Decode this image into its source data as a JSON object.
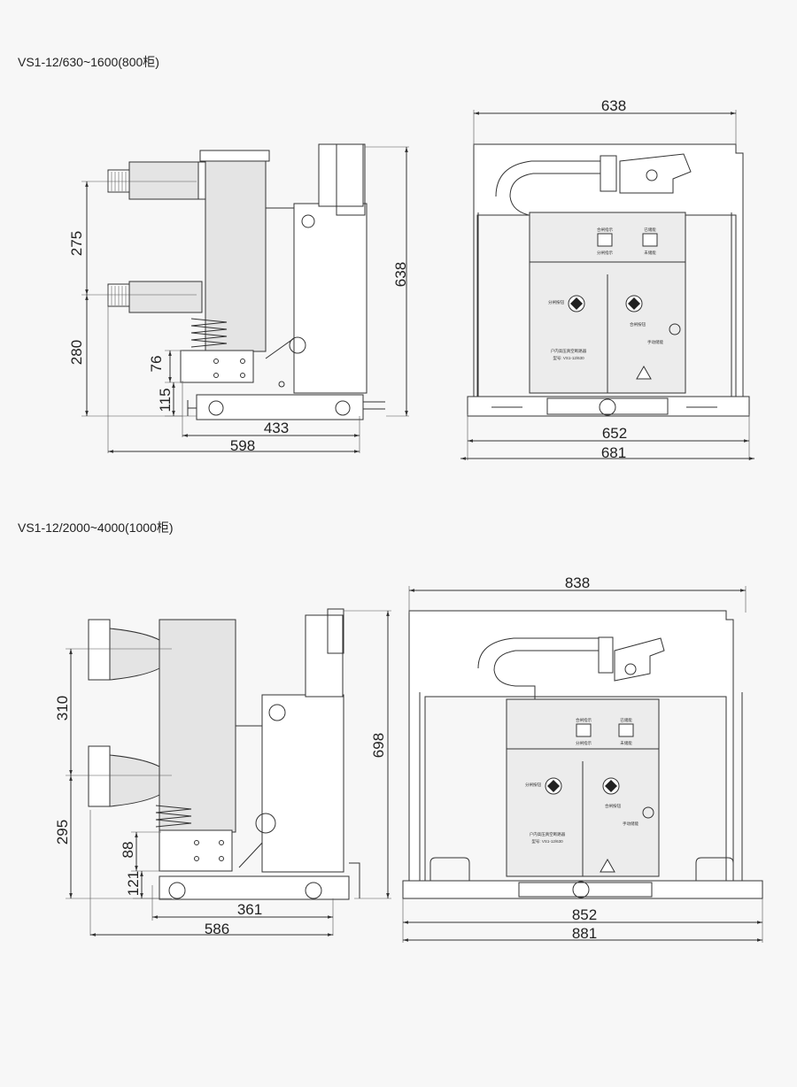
{
  "titles": {
    "top": "VS1-12/630~1600(800柜)",
    "bottom": "VS1-12/2000~4000(1000柜)"
  },
  "dims_top": {
    "side_275": "275",
    "side_280": "280",
    "side_76": "76",
    "side_115": "115",
    "side_433": "433",
    "side_598": "598",
    "side_638_h": "638",
    "front_638_w": "638",
    "front_652": "652",
    "front_681": "681"
  },
  "dims_bottom": {
    "side_310": "310",
    "side_295": "295",
    "side_88": "88",
    "side_121": "121",
    "side_361": "361",
    "side_586": "586",
    "side_698_h": "698",
    "front_838": "838",
    "front_852": "852",
    "front_881": "881"
  },
  "panel_labels": {
    "close_indicator": "合闸指示",
    "open_indicator": "分闸指示",
    "stored": "已储能",
    "not_stored": "未储能",
    "open_button": "分闸按钮",
    "close_button": "合闸按钮",
    "manual_store": "手动储能",
    "nameplate": "户内高压真空断路器",
    "model": "型号: VS1-12/630"
  },
  "colors": {
    "line": "#333333",
    "panel": "#ececec",
    "background": "#f7f7f7"
  }
}
